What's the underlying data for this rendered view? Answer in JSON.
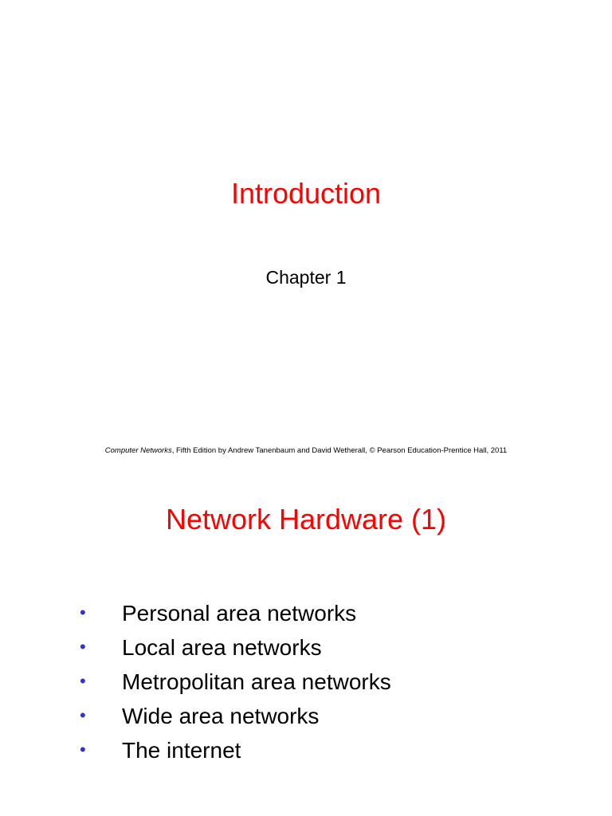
{
  "slide1": {
    "title": "Introduction",
    "subtitle": "Chapter 1",
    "credit": {
      "book": "Computer Networks",
      "rest": ", Fifth Edition by Andrew Tanenbaum and David Wetherall, © Pearson Education-Prentice Hall, 2011"
    }
  },
  "slide2": {
    "title": "Network Hardware (1)",
    "bullet_glyph": "•",
    "bullets": [
      "Personal area networks",
      "Local area networks",
      "Metropolitan area networks",
      "Wide area networks",
      "The internet"
    ]
  },
  "colors": {
    "title": "#ff0000",
    "bullet": "#3333cc",
    "text": "#000000"
  }
}
